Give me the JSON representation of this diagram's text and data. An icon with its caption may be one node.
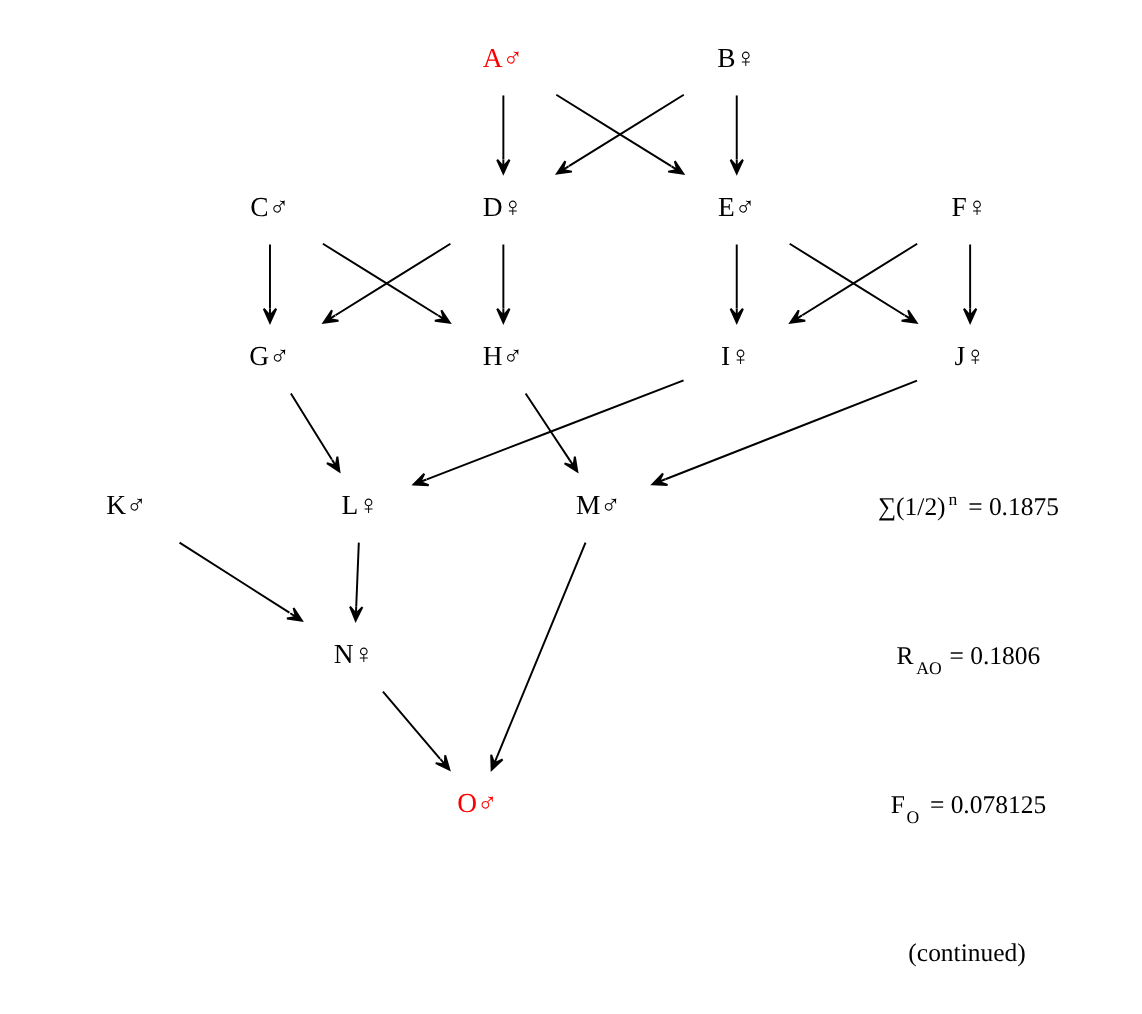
{
  "diagram": {
    "nodes": [
      {
        "text": [
          "A♂"
        ]
      },
      {
        "text": [
          "B♀"
        ]
      },
      {
        "text": [
          "C♂"
        ]
      },
      {
        "text": [
          "D♀"
        ]
      },
      {
        "text": [
          "E♂"
        ]
      },
      {
        "text": [
          "F♀"
        ]
      },
      {
        "text": [
          "G♂"
        ]
      },
      {
        "text": [
          "H♂"
        ]
      },
      {
        "text": [
          "I♀"
        ]
      },
      {
        "text": [
          "J♀"
        ]
      },
      {
        "text": [
          "K♂"
        ]
      },
      {
        "text": [
          "L♀"
        ]
      },
      {
        "text": [
          "M♂"
        ]
      },
      {
        "text": [
          "N♀"
        ]
      },
      {
        "text": [
          "O♂"
        ]
      }
    ],
    "edges": [
      {
        "from": 0,
        "to": 3,
        "arrow": "to"
      },
      {
        "from": 0,
        "to": 4,
        "arrow": "to"
      },
      {
        "from": 1,
        "to": 3,
        "arrow": "to"
      },
      {
        "from": 1,
        "to": 4,
        "arrow": "to"
      },
      {
        "from": 2,
        "to": 6,
        "arrow": "to"
      },
      {
        "from": 2,
        "to": 7,
        "arrow": "to"
      },
      {
        "from": 3,
        "to": 6,
        "arrow": "to"
      },
      {
        "from": 3,
        "to": 7,
        "arrow": "to"
      },
      {
        "from": 4,
        "to": 8,
        "arrow": "to"
      },
      {
        "from": 4,
        "to": 9,
        "arrow": "to"
      },
      {
        "from": 5,
        "to": 8,
        "arrow": "to"
      },
      {
        "from": 5,
        "to": 9,
        "arrow": "to"
      },
      {
        "from": 6,
        "to": 11,
        "arrow": "to"
      },
      {
        "from": 8,
        "to": 11,
        "arrow": "to"
      },
      {
        "from": 7,
        "to": 12,
        "arrow": "to"
      },
      {
        "from": 9,
        "to": 12,
        "arrow": "to"
      },
      {
        "from": 10,
        "to": 13,
        "arrow": "to"
      },
      {
        "from": 11,
        "to": 13,
        "arrow": "to"
      },
      {
        "from": 12,
        "to": 14,
        "arrow": "to"
      },
      {
        "from": 13,
        "to": 14,
        "arrow": "to"
      }
    ],
    "labels": [
      "∑(1/2)$^{n}$ = 0.1875",
      "R$_{AO}$ = 0.1806",
      "F$_{O}$ = 0.078125",
      "(continued)"
    ]
  }
}
